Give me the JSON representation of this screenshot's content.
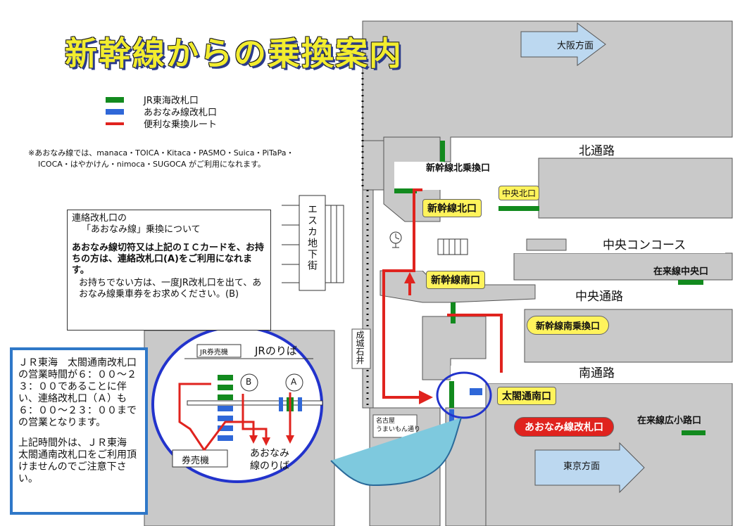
{
  "title": "新幹線からの乗換案内",
  "legend": [
    {
      "label": "JR東海改札口",
      "color": "#128a1e"
    },
    {
      "label": "あおなみ線改札口",
      "color": "#2f67d8"
    },
    {
      "label": "便利な乗換ルート",
      "color": "#e0231e"
    }
  ],
  "ic_note": {
    "line1": "※あおなみ線では、manaca・TOICA・Kitaca・PASMO・Suica・PiTaPa・",
    "line2": "ICOCA・はやかけん・nimoca・SUGOCA がご利用になれます。"
  },
  "info_box": {
    "line1": "連絡改札口の",
    "line2": "「あおなみ線」乗換について",
    "para1": "あおなみ線切符又は上記のＩＣカードを、お持ちの方は、連絡改札口(A)をご利用になれます。",
    "para2": "お持ちでない方は、一度JR改札口を出て、あおなみ線乗車券をお求めください。(B)"
  },
  "hours_box": {
    "para1": "ＪＲ東海　太閤通南改札口の営業時間が６：００～２３：００であることに伴い、連絡改札口（Ａ）も６：００～２３：００までの営業となります。",
    "para2": "上記時間外は、ＪＲ東海　太閤通南改札口をご利用頂けませんのでご注意下さい。"
  },
  "directions": {
    "north": "大阪方面",
    "south": "東京方面"
  },
  "map": {
    "north_street": "北通路",
    "central_concourse": "中央コンコース",
    "central_street": "中央通路",
    "south_street": "南通路",
    "esca": "エスカ地下街",
    "seijo": "成城石井",
    "umaimon": {
      "line1": "名古屋",
      "line2": "うまいもん通り"
    },
    "shinkansen_north_transfer": "新幹線北乗換口",
    "central_north_exit": "中央北口",
    "shinkansen_north_exit": "新幹線北口",
    "shinkansen_south_exit": "新幹線南口",
    "zairai_central_exit": "在来線中央口",
    "shinkansen_south_transfer": "新幹線南乗換口",
    "taiko_south_exit": "太閤通南口",
    "aonami_exit": "あおなみ線改札口",
    "zairai_hiroko_exit": "在来線広小路口"
  },
  "inset": {
    "jr_ticket": "JR券売機",
    "jr_platform": "JRのりば",
    "gate_b": "B",
    "gate_a": "A",
    "ticket_machine": "券売機",
    "aonami_platform": {
      "line1": "あおなみ",
      "line2": "線のりば"
    }
  }
}
